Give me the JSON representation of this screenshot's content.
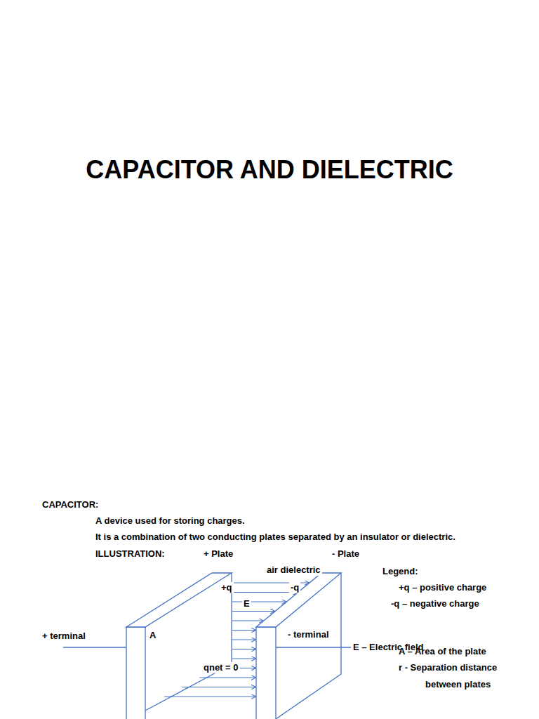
{
  "diagram": {
    "title": "CAPACITOR AND DIELECTRIC",
    "labels": [
      "CAPACITOR:",
      "A device used for storing charges.",
      "It is a combination of two conducting plates separated by an insulator or dielectric.",
      "ILLUSTRATION:",
      "+ Plate",
      "- Plate",
      "air dielectric",
      "Legend:",
      "+q",
      "-q",
      "+q – positive charge",
      "E",
      "-q – negative charge",
      "+ terminal",
      "A",
      "- terminal",
      "E – Electric field",
      "A – Area of the plate",
      "qnet = 0",
      "r - Separation distance between plates"
    ]
  }
}
